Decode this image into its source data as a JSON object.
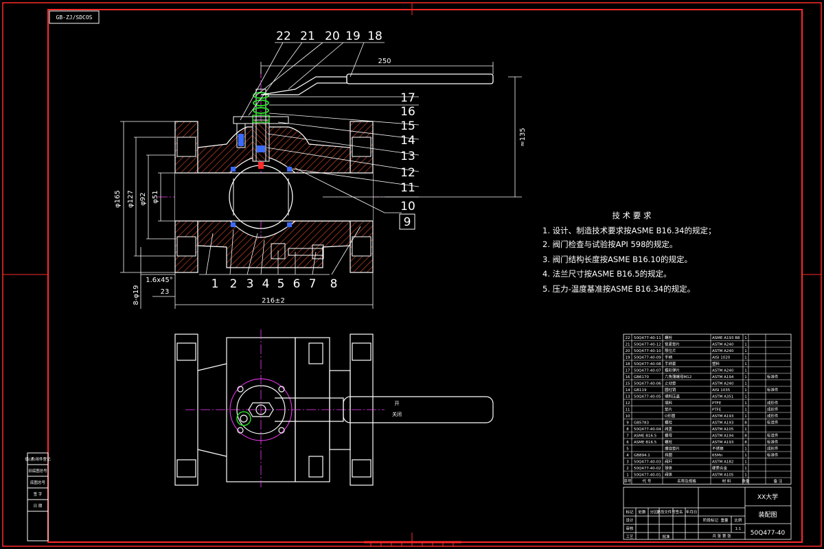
{
  "drawing_code": "GB-ZJ/SDCOS",
  "dimensions": {
    "handle_length": "250",
    "height": "≈135",
    "d165": "φ165",
    "d127": "φ127",
    "d92": "φ92",
    "d51": "φ51",
    "chamfer": "1.6x45°",
    "holes": "8-φ19",
    "offset": "23",
    "length": "216±2"
  },
  "balloons_top": [
    "22",
    "21",
    "20",
    "19",
    "18"
  ],
  "balloons_right": [
    "17",
    "16",
    "15",
    "14",
    "13",
    "12",
    "11",
    "10",
    "9"
  ],
  "balloons_bottom": [
    "1",
    "2",
    "3",
    "4",
    "5",
    "6",
    "7",
    "8"
  ],
  "technical_requirements": {
    "title": "技 术 要 求",
    "items": [
      "1.  设计、制造技术要求按ASME B16.34的规定；",
      "2.  阀门检查与试验按API 598的规定。",
      "3.  阀门结构长度按ASME B16.10的规定。",
      "4.  法兰尺寸按ASME B16.5的规定。",
      "5.  压力-温度基准按ASME B16.34的规定。"
    ]
  },
  "bom_rows": [
    {
      "no": "22",
      "code": "50Q477-40-11",
      "name": "螺栓",
      "material": "ASME A193 B8",
      "qty": "1",
      "note": ""
    },
    {
      "no": "21",
      "code": "50Q477-40-12",
      "name": "锁紧垫片",
      "material": "ASTM A240",
      "qty": "1",
      "note": ""
    },
    {
      "no": "20",
      "code": "50Q477-40-10",
      "name": "限位片",
      "material": "ASTM A240",
      "qty": "1",
      "note": ""
    },
    {
      "no": "19",
      "code": "50Q477-40-09",
      "name": "手柄",
      "material": "AISI 1020",
      "qty": "1",
      "note": ""
    },
    {
      "no": "18",
      "code": "50Q477-40-08",
      "name": "手柄套",
      "material": "塑料",
      "qty": "1",
      "note": ""
    },
    {
      "no": "17",
      "code": "50Q477-40-07",
      "name": "蝶形弹片",
      "material": "ASTM A240",
      "qty": "1",
      "note": ""
    },
    {
      "no": "16",
      "code": "GB6170",
      "name": "六角薄螺母M12",
      "material": "ASTM A194",
      "qty": "1",
      "note": "标准件"
    },
    {
      "no": "15",
      "code": "50Q477-40-06",
      "name": "止动垫",
      "material": "ASTM A240",
      "qty": "1",
      "note": ""
    },
    {
      "no": "14",
      "code": "GB119",
      "name": "圆柱销",
      "material": "AISI 1035",
      "qty": "1",
      "note": "标准件"
    },
    {
      "no": "13",
      "code": "50Q477-40-05",
      "name": "填料压盖",
      "material": "ASTM A351",
      "qty": "1",
      "note": ""
    },
    {
      "no": "12",
      "code": "",
      "name": "填料",
      "material": "PTFE",
      "qty": "1",
      "note": "成形件"
    },
    {
      "no": "11",
      "code": "",
      "name": "垫片",
      "material": "PTFE",
      "qty": "1",
      "note": "成形件"
    },
    {
      "no": "10",
      "code": "",
      "name": "O形圈",
      "material": "ASTM A193",
      "qty": "1",
      "note": "成形件"
    },
    {
      "no": "9",
      "code": "GB5783",
      "name": "螺栓",
      "material": "ASTM A193",
      "qty": "8",
      "note": "标准件"
    },
    {
      "no": "8",
      "code": "50Q477-40-04",
      "name": "阀盖",
      "material": "ASTM A105",
      "qty": "1",
      "note": ""
    },
    {
      "no": "7",
      "code": "ASME B16.5",
      "name": "螺母",
      "material": "ASTM A194",
      "qty": "8",
      "note": "标准件"
    },
    {
      "no": "6",
      "code": "ASME B16.5",
      "name": "螺栓",
      "material": "ASTM A193",
      "qty": "8",
      "note": "标准件"
    },
    {
      "no": "5",
      "code": "",
      "name": "缠绕垫片",
      "material": "不锈钢",
      "qty": "1",
      "note": "成形件"
    },
    {
      "no": "4",
      "code": "GB894.1",
      "name": "挡圈",
      "material": "65Mn",
      "qty": "1",
      "note": "标准件"
    },
    {
      "no": "3",
      "code": "50Q477-40-03",
      "name": "阀杆",
      "material": "ASTM A182",
      "qty": "1",
      "note": ""
    },
    {
      "no": "2",
      "code": "50Q477-40-02",
      "name": "球体",
      "material": "硬质合金",
      "qty": "1",
      "note": ""
    },
    {
      "no": "1",
      "code": "50Q477-40-01",
      "name": "阀体",
      "material": "ASTM A105",
      "qty": "1",
      "note": ""
    }
  ],
  "bom_header": {
    "no": "序号",
    "code": "代  号",
    "name": "名称及规格",
    "material": "材  料",
    "qty": "数量",
    "note": "备  注"
  },
  "title_block": {
    "school": "XX大学",
    "drawing_name": "装配图",
    "drawing_number": "50Q477-40",
    "scale": "1:1",
    "revision_labels": [
      "标记",
      "处数",
      "分区",
      "更改文件号",
      "签名",
      "年月日"
    ],
    "role_labels": [
      "设计",
      "审核",
      "工艺",
      "批准"
    ],
    "stage_label": "阶段标记",
    "weight_label": "重量",
    "scale_label": "比例",
    "sheet_label": "共  张  第  张"
  },
  "side_block": [
    "借(通)用件登记",
    "旧底图总号",
    "底图总号",
    "签  字",
    "日  期"
  ],
  "handle_text": [
    "开",
    "关闭"
  ]
}
